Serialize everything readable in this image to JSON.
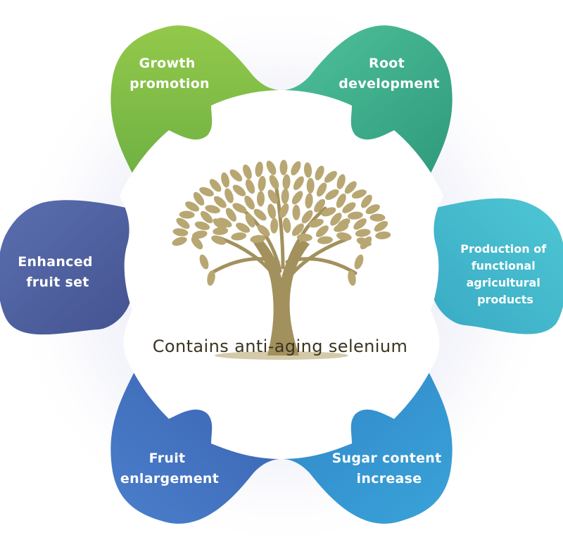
{
  "center": {
    "label": "Contains anti-aging selenium",
    "icon": "tree-icon"
  },
  "petals": [
    {
      "id": "growth",
      "lines": [
        "Growth",
        "promotion"
      ],
      "color_light": "#93c94a",
      "color_dark": "#6fb144"
    },
    {
      "id": "root",
      "lines": [
        "Root",
        "development"
      ],
      "color_light": "#4fc29a",
      "color_dark": "#2f9a7c"
    },
    {
      "id": "functional",
      "lines": [
        "Production of",
        "functional",
        "agricultural",
        "products"
      ],
      "color_light": "#4ec7d4",
      "color_dark": "#39a9c4"
    },
    {
      "id": "sugar",
      "lines": [
        "Sugar content",
        "increase"
      ],
      "color_light": "#3aa3d8",
      "color_dark": "#3187c9"
    },
    {
      "id": "fruit-enlargement",
      "lines": [
        "Fruit",
        "enlargement"
      ],
      "color_light": "#4a7fcb",
      "color_dark": "#3b63b2"
    },
    {
      "id": "fruit-set",
      "lines": [
        "Enhanced",
        "fruit set"
      ],
      "color_light": "#5a6fb0",
      "color_dark": "#44528f"
    }
  ],
  "colors": {
    "tree": "#b8a772",
    "tree_dark": "#a3915d",
    "center_text": "#3a3520",
    "background": "#ffffff"
  }
}
